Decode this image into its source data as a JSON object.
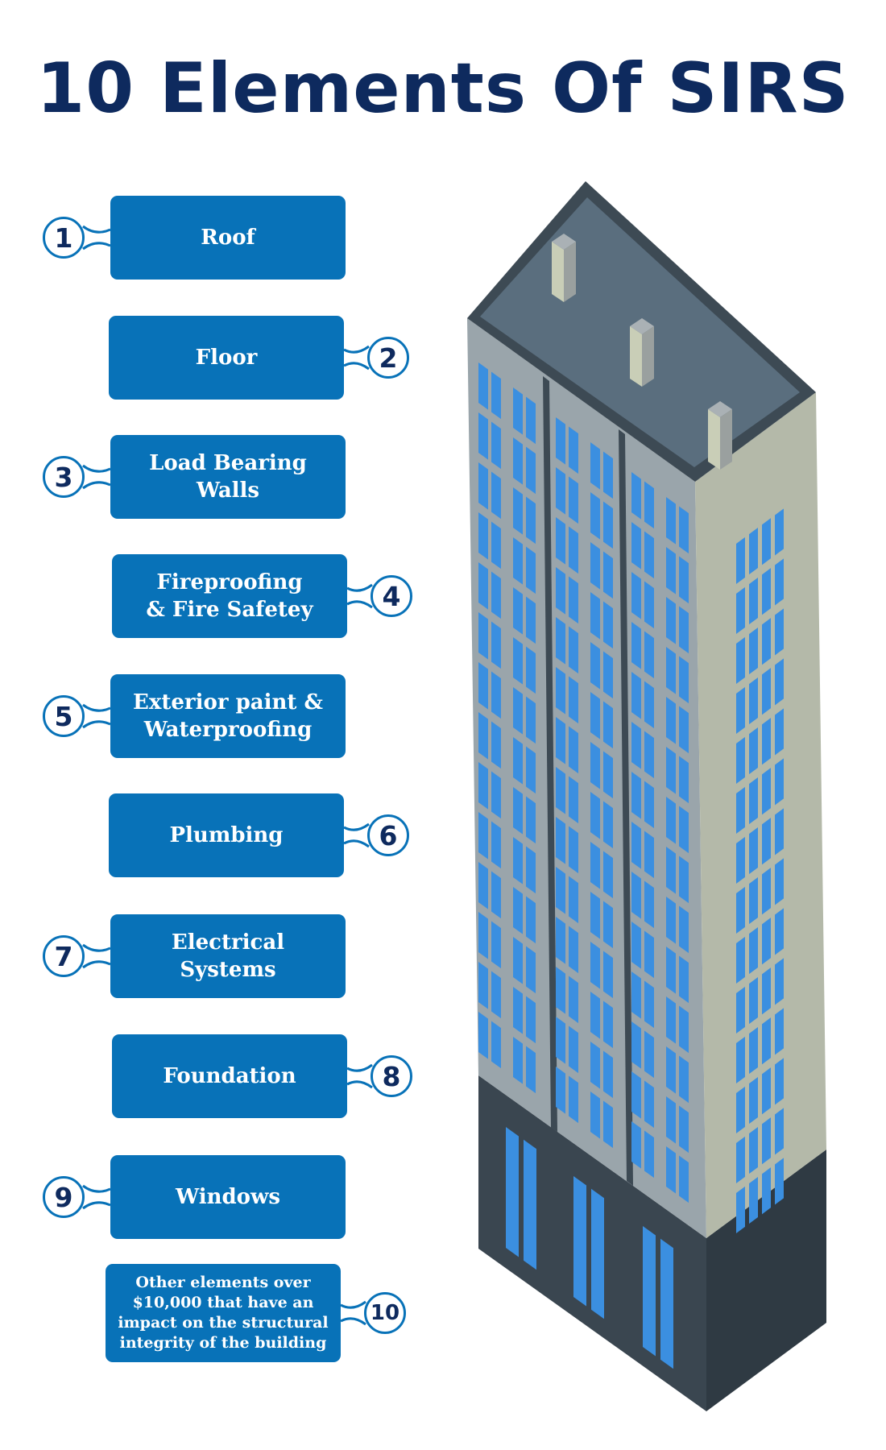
{
  "title": "10 Elements Of SIRS",
  "colors": {
    "title": "#0e2a5e",
    "box": "#0872b8",
    "badge_border": "#0872b8",
    "roof": "#5a6e7e",
    "roof_rim": "#3d4a54",
    "facade_front": "#9aa5ab",
    "facade_side": "#b4b9a9",
    "window": "#3b8fe0",
    "base": "#3a4650"
  },
  "elements": [
    {
      "number": "1",
      "label": "Roof"
    },
    {
      "number": "2",
      "label": "Floor"
    },
    {
      "number": "3",
      "label": "Load Bearing\nWalls"
    },
    {
      "number": "4",
      "label": "Fireproofing\n& Fire Safetey"
    },
    {
      "number": "5",
      "label": "Exterior paint &\nWaterproofing"
    },
    {
      "number": "6",
      "label": "Plumbing"
    },
    {
      "number": "7",
      "label": "Electrical Systems"
    },
    {
      "number": "8",
      "label": "Foundation"
    },
    {
      "number": "9",
      "label": "Windows"
    },
    {
      "number": "10",
      "label": "Other elements over\n$10,000 that have an\nimpact on the structural\nintegrity of the building"
    }
  ],
  "illustration": "building-icon"
}
